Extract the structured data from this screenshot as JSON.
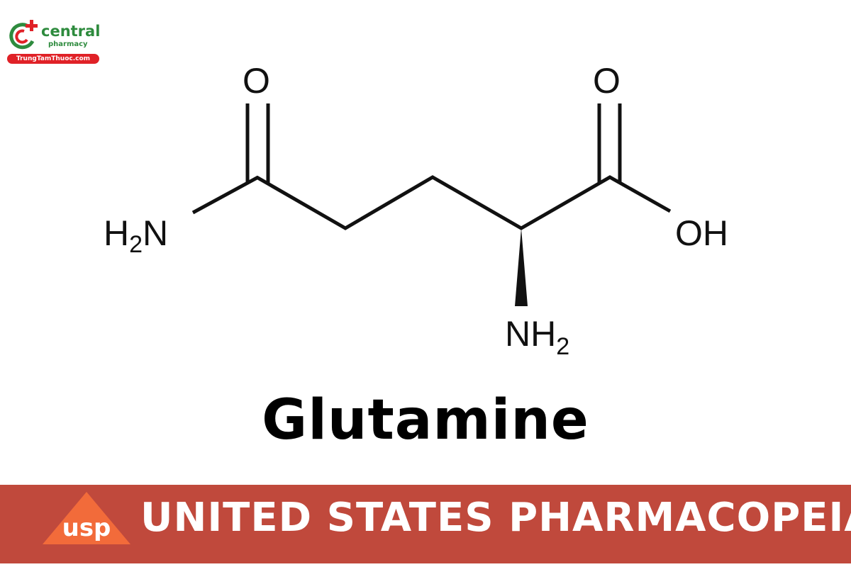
{
  "logo": {
    "name": "central",
    "sub": "pharmacy",
    "url": "TrungTamThuoc.com",
    "brand_color": "#2e8b3e",
    "accent_color": "#e02127"
  },
  "molecule": {
    "atoms": {
      "o1": "O",
      "o2": "O",
      "amide_n": "H",
      "amide_n_sub": "2",
      "amide_n_tail": "N",
      "oh": "OH",
      "amine": "NH",
      "amine_sub": "2"
    }
  },
  "title": "Glutamine",
  "banner": {
    "logo_text": "usp",
    "text": "UNITED STATES PHARMACOPEIA",
    "bg_color": "#c0493c",
    "logo_color": "#f26b3a"
  }
}
